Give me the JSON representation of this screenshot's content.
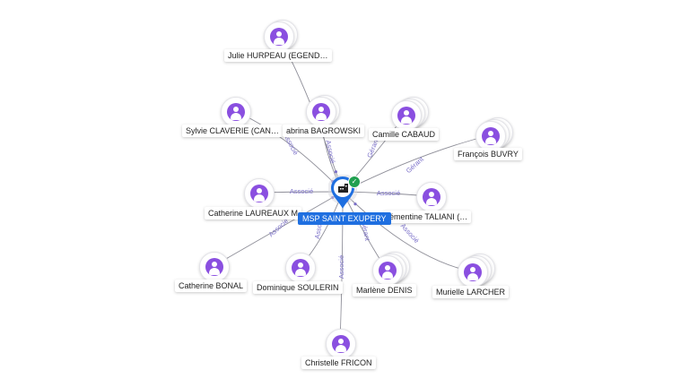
{
  "center": {
    "label": "MSP SAINT EXUPERY",
    "icon": "building-icon",
    "status": "check-icon"
  },
  "colors": {
    "accent": "#1f6fe0",
    "avatar": "#8a4fe0",
    "edge": "#8f8f99",
    "edge_label": "#7a6fc8",
    "badge": "#20a050"
  },
  "nodes": [
    {
      "id": "julie",
      "label": "Julie HURPEAU (EGEND…",
      "role": ""
    },
    {
      "id": "sylvie",
      "label": "Sylvie CLAVERIE (CAN…",
      "role": "Associé"
    },
    {
      "id": "sabrina",
      "label": "abrina BAGROWSKI",
      "role": "Associé"
    },
    {
      "id": "camille",
      "label": "Camille CABAUD",
      "role": "Gérant"
    },
    {
      "id": "francois",
      "label": "François BUVRY",
      "role": "Gérant"
    },
    {
      "id": "catherine_l",
      "label": "Catherine LAUREAUX M",
      "role": "Associé"
    },
    {
      "id": "clementine",
      "label": "lémentine TALIANI (…",
      "role": "Associé"
    },
    {
      "id": "catherine_b",
      "label": "Catherine BONAL",
      "role": "Associé"
    },
    {
      "id": "dominique",
      "label": "Dominique SOULERIN",
      "role": "Associé"
    },
    {
      "id": "marlene",
      "label": "Marlène DENIS",
      "role": "Gérant"
    },
    {
      "id": "murielle",
      "label": "Murielle LARCHER",
      "role": "Associé"
    },
    {
      "id": "christelle",
      "label": "Christelle FRICON",
      "role": "Associé"
    }
  ]
}
